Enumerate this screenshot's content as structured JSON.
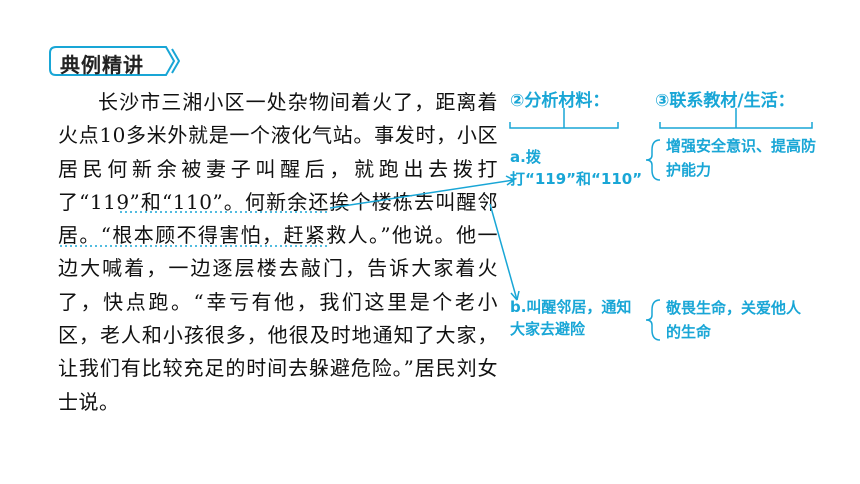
{
  "header": {
    "badge_label": "典例精讲"
  },
  "passage": {
    "text": "长沙市三湘小区一处杂物间着火了，距离着火点10多米外就是一个液化气站。事发时，小区居民何新余被妻子叫醒后，就跑出去拨打了“119”和“110”。何新余还挨个楼栋去叫醒邻居。“根本顾不得害怕，赶紧救人。”他说。他一边大喊着，一边逐层楼去敲门，告诉大家着火了，快点跑。“幸亏有他，我们这里是个老小区，老人和小孩很多，他很及时地通知了大家，让我们有比较充足的时间去躲避危险。”居民刘女士说。"
  },
  "analysis": {
    "heading_material": "②分析材料：",
    "heading_connect": "③联系教材/生活：",
    "node_a": "a.拨打“119”和“110”",
    "node_b": "b.叫醒邻居，通知大家去避险",
    "result_a": "增强安全意识、提高防护能力",
    "result_b": "敬畏生命，关爱他人的生命"
  },
  "colors": {
    "accent": "#19a6d6",
    "text": "#111111"
  }
}
